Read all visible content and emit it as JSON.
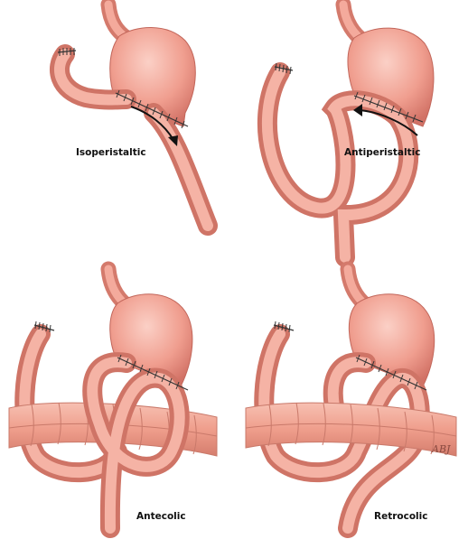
{
  "panels": [
    {
      "id": "isoperistaltic",
      "label": "Isoperistaltic"
    },
    {
      "id": "antiperistaltic",
      "label": "Antiperistaltic"
    },
    {
      "id": "antecolic",
      "label": "Antecolic"
    },
    {
      "id": "retrocolic",
      "label": "Retrocolic"
    }
  ],
  "signature": "ABJ",
  "colors": {
    "tissue": "#ef9a8c",
    "tissue_dark": "#c8685e",
    "tissue_light": "#f8c6bb",
    "colon": "#f0a593",
    "arrow": "#111111",
    "sutures": "#333333"
  }
}
